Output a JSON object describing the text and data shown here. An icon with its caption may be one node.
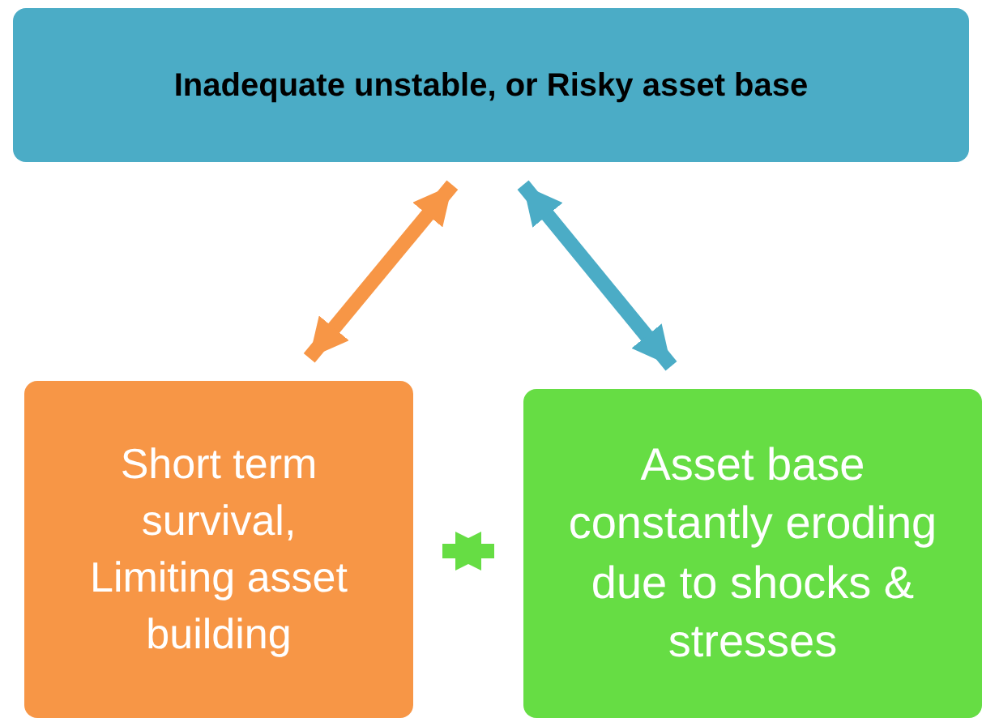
{
  "diagram": {
    "nodes": [
      {
        "text": [
          "Inadequate unstable, or Risky asset base"
        ]
      },
      {
        "text": [
          "Short term survival, Limiting asset building"
        ]
      },
      {
        "text": [
          "Asset base constantly eroding due to shocks & stresses"
        ]
      }
    ],
    "edges": [
      {
        "from": 0,
        "to": 1,
        "arrow": "both",
        "color": "#f79646"
      },
      {
        "from": 0,
        "to": 2,
        "arrow": "both",
        "color": "#4bacc6"
      },
      {
        "from": 1,
        "to": 2,
        "arrow": "both",
        "color": "#66dd44"
      }
    ]
  }
}
